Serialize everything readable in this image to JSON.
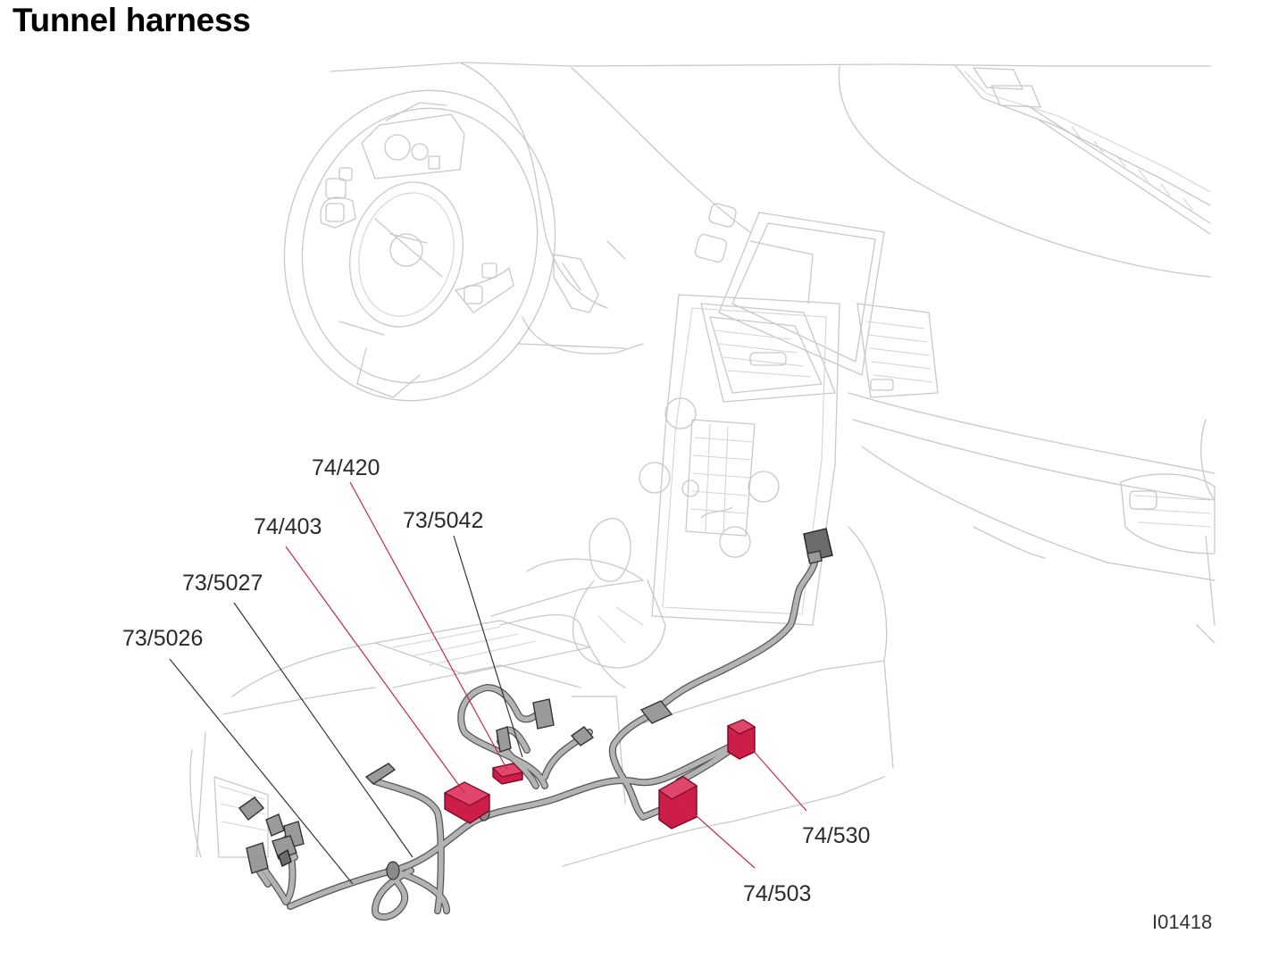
{
  "title": "Tunnel harness",
  "reference": "I01418",
  "callouts": [
    {
      "id": "74/420"
    },
    {
      "id": "73/5042"
    },
    {
      "id": "74/403"
    },
    {
      "id": "73/5027"
    },
    {
      "id": "73/5026"
    },
    {
      "id": "74/530"
    },
    {
      "id": "74/503"
    }
  ],
  "colors": {
    "highlight": "#cc1e48",
    "connector": "#9a9a9a",
    "outline": "#c8c8c8",
    "wire": "#b3b3b3"
  }
}
